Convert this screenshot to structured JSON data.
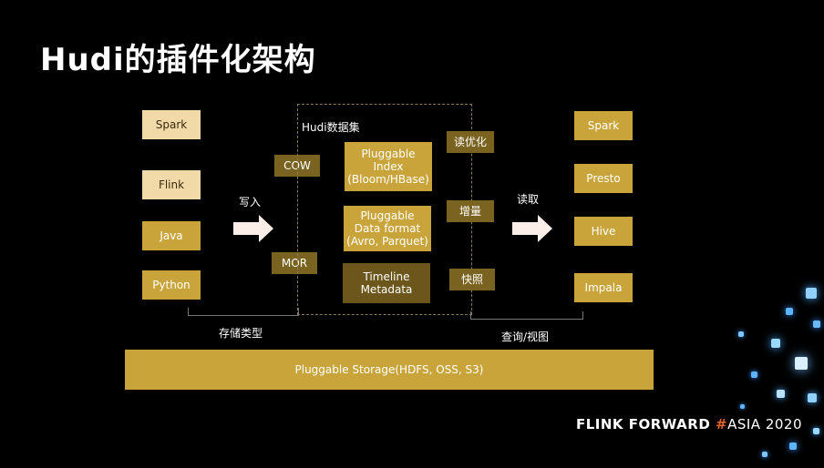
{
  "title": "Hudi的插件化架构",
  "left_engines": [
    "Spark",
    "Flink",
    "Java",
    "Python"
  ],
  "write_label": "写入",
  "storage_types": [
    "COW",
    "MOR"
  ],
  "dataset_label": "Hudi数据集",
  "inner_boxes": [
    "Pluggable\nIndex\n(Bloom/HBase)",
    "Pluggable\nData format\n(Avro, Parquet)",
    "Timeline\nMetadata"
  ],
  "query_types": [
    "读优化",
    "增量",
    "快照"
  ],
  "read_label": "读取",
  "right_engines": [
    "Spark",
    "Presto",
    "Hive",
    "Impala"
  ],
  "storage_type_caption": "存储类型",
  "query_view_caption": "查询/视图",
  "storage_bar": "Pluggable Storage(HDFS, OSS, S3)",
  "footer": {
    "part1": "FLINK FORWARD ",
    "hash": "#",
    "part2": "ASIA 2020"
  }
}
